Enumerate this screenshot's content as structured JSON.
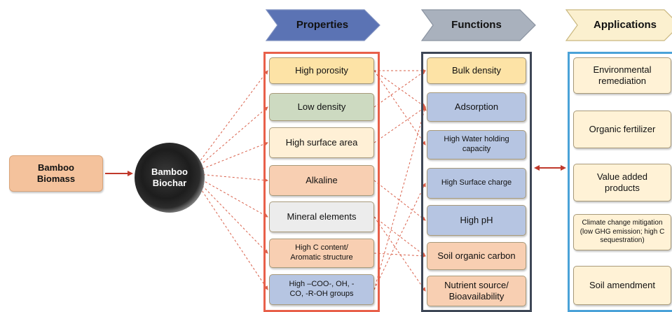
{
  "source": {
    "label": "Bamboo\nBiomass",
    "fill": "#f4c29c",
    "border": "#d9a47a"
  },
  "center": {
    "label": "Bamboo\nBiochar"
  },
  "headers": {
    "properties": {
      "label": "Properties",
      "fill": "#5b73b4"
    },
    "functions": {
      "label": "Functions",
      "fill": "#a9b1bd"
    },
    "applications": {
      "label": "Applications",
      "fill": "#fbf0cf"
    }
  },
  "frames": {
    "properties": "#e8604a",
    "functions": "#3e4756",
    "applications": "#4aa2d8"
  },
  "properties": [
    {
      "label": "High porosity",
      "fill": "#fde3a6"
    },
    {
      "label": "Low density",
      "fill": "#cddac1"
    },
    {
      "label": "High surface area",
      "fill": "#fff0d6"
    },
    {
      "label": "Alkaline",
      "fill": "#f8cfb2"
    },
    {
      "label": "Mineral elements",
      "fill": "#ececec"
    },
    {
      "label": "High C content/\nAromatic structure",
      "fill": "#f8cfb2"
    },
    {
      "label": "High –COO-, OH, -\nCO, -R-OH groups",
      "fill": "#b6c5e2"
    }
  ],
  "functions": [
    {
      "label": "Bulk density",
      "fill": "#fde3a6"
    },
    {
      "label": "Adsorption",
      "fill": "#b6c5e2"
    },
    {
      "label": "High Water holding\ncapacity",
      "fill": "#b6c5e2"
    },
    {
      "label": "High Surface charge",
      "fill": "#b6c5e2"
    },
    {
      "label": "High pH",
      "fill": "#b6c5e2"
    },
    {
      "label": "Soil organic carbon",
      "fill": "#f8cfb2"
    },
    {
      "label": "Nutrient source/\nBioavailability",
      "fill": "#f8cfb2"
    }
  ],
  "applications": [
    {
      "label": "Environmental\nremediation",
      "fill": "#fff2d6"
    },
    {
      "label": "Organic fertilizer",
      "fill": "#fff2d6"
    },
    {
      "label": "Value added\nproducts",
      "fill": "#fff2d6"
    },
    {
      "label": "Climate change mitigation\n(low GHG emission; high C\nsequestration)",
      "fill": "#fff2d6"
    },
    {
      "label": "Soil amendment",
      "fill": "#fff2d6"
    }
  ],
  "connections": [
    {
      "from": "High porosity",
      "to": "Bulk density"
    },
    {
      "from": "High porosity",
      "to": "Adsorption"
    },
    {
      "from": "High porosity",
      "to": "High Water holding\ncapacity"
    },
    {
      "from": "Low density",
      "to": "Bulk density"
    },
    {
      "from": "High surface area",
      "to": "Adsorption"
    },
    {
      "from": "Alkaline",
      "to": "High pH"
    },
    {
      "from": "Mineral elements",
      "to": "Soil organic carbon"
    },
    {
      "from": "Mineral elements",
      "to": "Nutrient source/\nBioavailability"
    },
    {
      "from": "High C content/\nAromatic structure",
      "to": "Soil organic carbon"
    },
    {
      "from": "High –COO-, OH, -\nCO, -R-OH groups",
      "to": "High Surface charge"
    },
    {
      "from": "High –COO-, OH, -\nCO, -R-OH groups",
      "to": "Adsorption"
    }
  ],
  "line_colors": {
    "arrow": "#c0392b",
    "dashed": "#d9604a"
  }
}
